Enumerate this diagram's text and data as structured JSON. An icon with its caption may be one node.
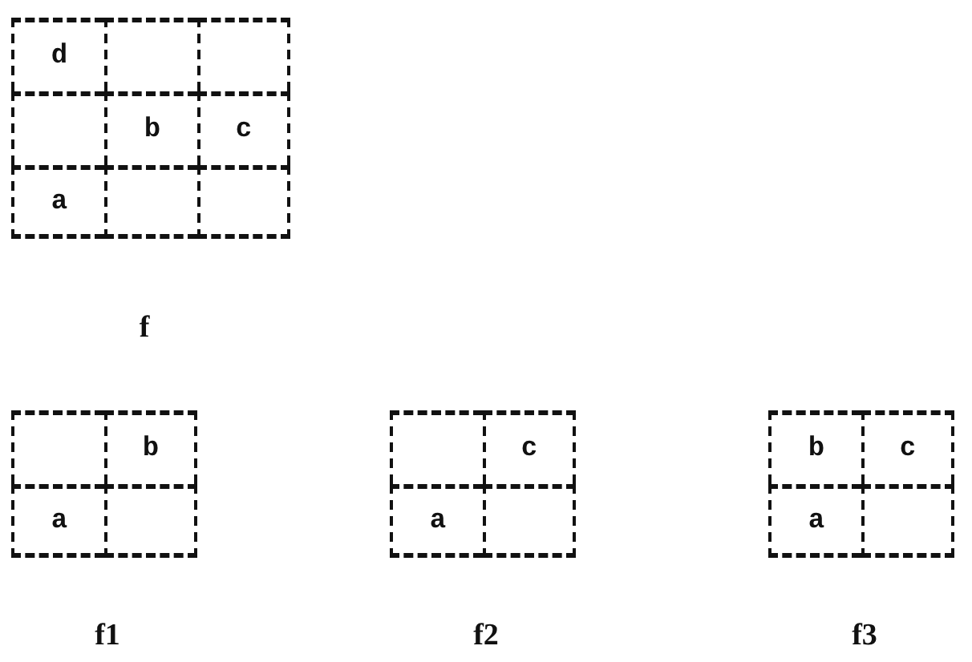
{
  "diagram": {
    "labels": [
      "d",
      "b",
      "c",
      "a",
      "f",
      "b",
      "a",
      "f1",
      "c",
      "a",
      "f2",
      "b",
      "c",
      "a",
      "f3"
    ]
  }
}
